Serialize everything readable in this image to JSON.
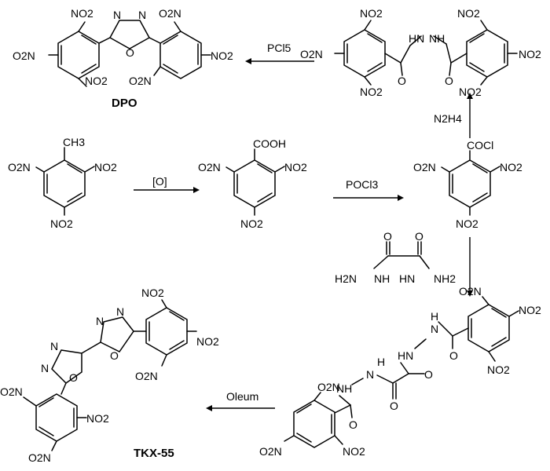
{
  "compounds": {
    "tnt": {
      "top": "CH3",
      "left": "O2N",
      "right": "NO2",
      "bottom": "NO2"
    },
    "tnba": {
      "top": "COOH",
      "left": "O2N",
      "right": "NO2",
      "bottom": "NO2"
    },
    "tnbc": {
      "top": "COCl",
      "left": "O2N",
      "right": "NO2",
      "bottom": "NO2"
    },
    "hydrazide": {
      "nh1": "H",
      "nh2": "N",
      "nh3": "N",
      "nh4": "H"
    },
    "dpo": {
      "name": "DPO"
    },
    "tkx55": {
      "name": "TKX-55"
    },
    "oxalyl": {
      "left": "H2N",
      "right": "NH2",
      "nh_left": "NH",
      "nh_right": "HN"
    }
  },
  "reagents": {
    "oxidation": "[O]",
    "chlorination": "POCl3",
    "hydrazine": "N2H4",
    "cyclization_dpo": "PCl5",
    "cyclization_tkx": "Oleum"
  },
  "labels": {
    "nitro": "NO2",
    "o2n": "O2N",
    "oxygen": "O",
    "nitrogen": "N",
    "nh": "NH",
    "hn": "HN",
    "h": "H"
  }
}
